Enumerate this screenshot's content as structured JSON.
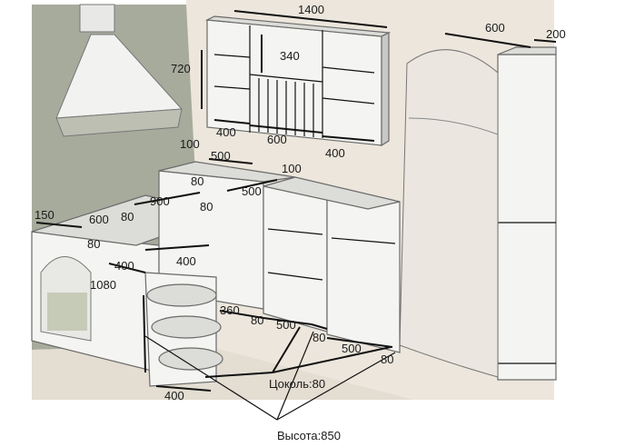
{
  "colors": {
    "wall_back": "#ece6dc",
    "wall_left": "#a7ab9c",
    "floor": "#e3ddd2",
    "panel": "#f4f4f2",
    "glass": "#c6cbb8"
  },
  "dimensions": {
    "wall_width": "1400",
    "wall_height": "720",
    "shelf_height": "340",
    "wall_left_section": "400",
    "wall_middle_section": "600",
    "wall_right_section": "400",
    "fridge_width": "600",
    "fridge_side": "200",
    "top_gap": "100",
    "top_depth": "500",
    "top_gap_right": "100",
    "top_80_a": "80",
    "top_80_b": "80",
    "top_500": "500",
    "corner_900": "900",
    "corner_80": "80",
    "left_150": "150",
    "left_600": "600",
    "left_80": "80",
    "corner_400": "400",
    "shelf_400": "400",
    "oven_height": "1080",
    "bottom_360": "360",
    "bottom_80_a": "80",
    "bottom_500_a": "500",
    "bottom_80_b": "80",
    "bottom_500_b": "500",
    "bottom_80_c": "80",
    "base_400": "400"
  },
  "notes": {
    "plinth": "Цоколь:80",
    "height": "Высота:850"
  }
}
